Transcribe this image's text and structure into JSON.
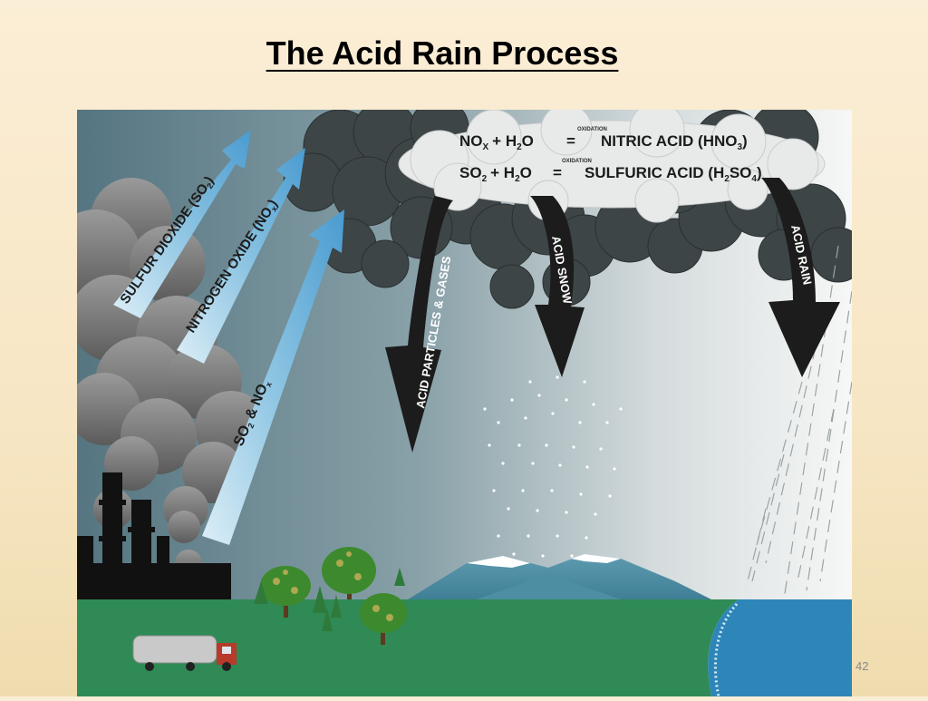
{
  "slide": {
    "title": "The Acid Rain Process",
    "page_number": "42"
  },
  "equations": [
    {
      "left_a": "NO",
      "left_a_sub": "X",
      "left_b": "+ H",
      "left_b_sub": "2",
      "left_c": "O",
      "over": "OXIDATION",
      "eq": "=",
      "right": "NITRIC ACID (HNO",
      "right_sub": "3",
      "right_end": ")"
    },
    {
      "left_a": "SO",
      "left_a_sub": "2",
      "left_b": "+ H",
      "left_b_sub": "2",
      "left_c": "O",
      "over": "OXIDATION",
      "eq": "=",
      "right": "SULFURIC ACID (H",
      "right_sub": "2",
      "right_mid": "SO",
      "right_sub2": "4",
      "right_end": ")"
    }
  ],
  "emission_arrows": [
    {
      "label": "SULFUR DIOXIDE (SO",
      "sub": "2",
      "end": ")"
    },
    {
      "label": "NITROGEN OXIDE (NO",
      "sub": "x",
      "end": ")"
    },
    {
      "label": "SO",
      "sub": "2",
      "mid": " & NO",
      "sub2": "x"
    }
  ],
  "deposition_arrows": [
    {
      "label": "ACID PARTICLES & GASES"
    },
    {
      "label": "ACID SNOW"
    },
    {
      "label": "ACID RAIN"
    }
  ],
  "colors": {
    "sky_left": "#5f7d88",
    "sky_right": "#f3f5f5",
    "ground": "#2f8a55",
    "water": "#2e86b8",
    "arrow_dark": "#1c1c1c",
    "arrow_blue": "#6fb4da"
  }
}
